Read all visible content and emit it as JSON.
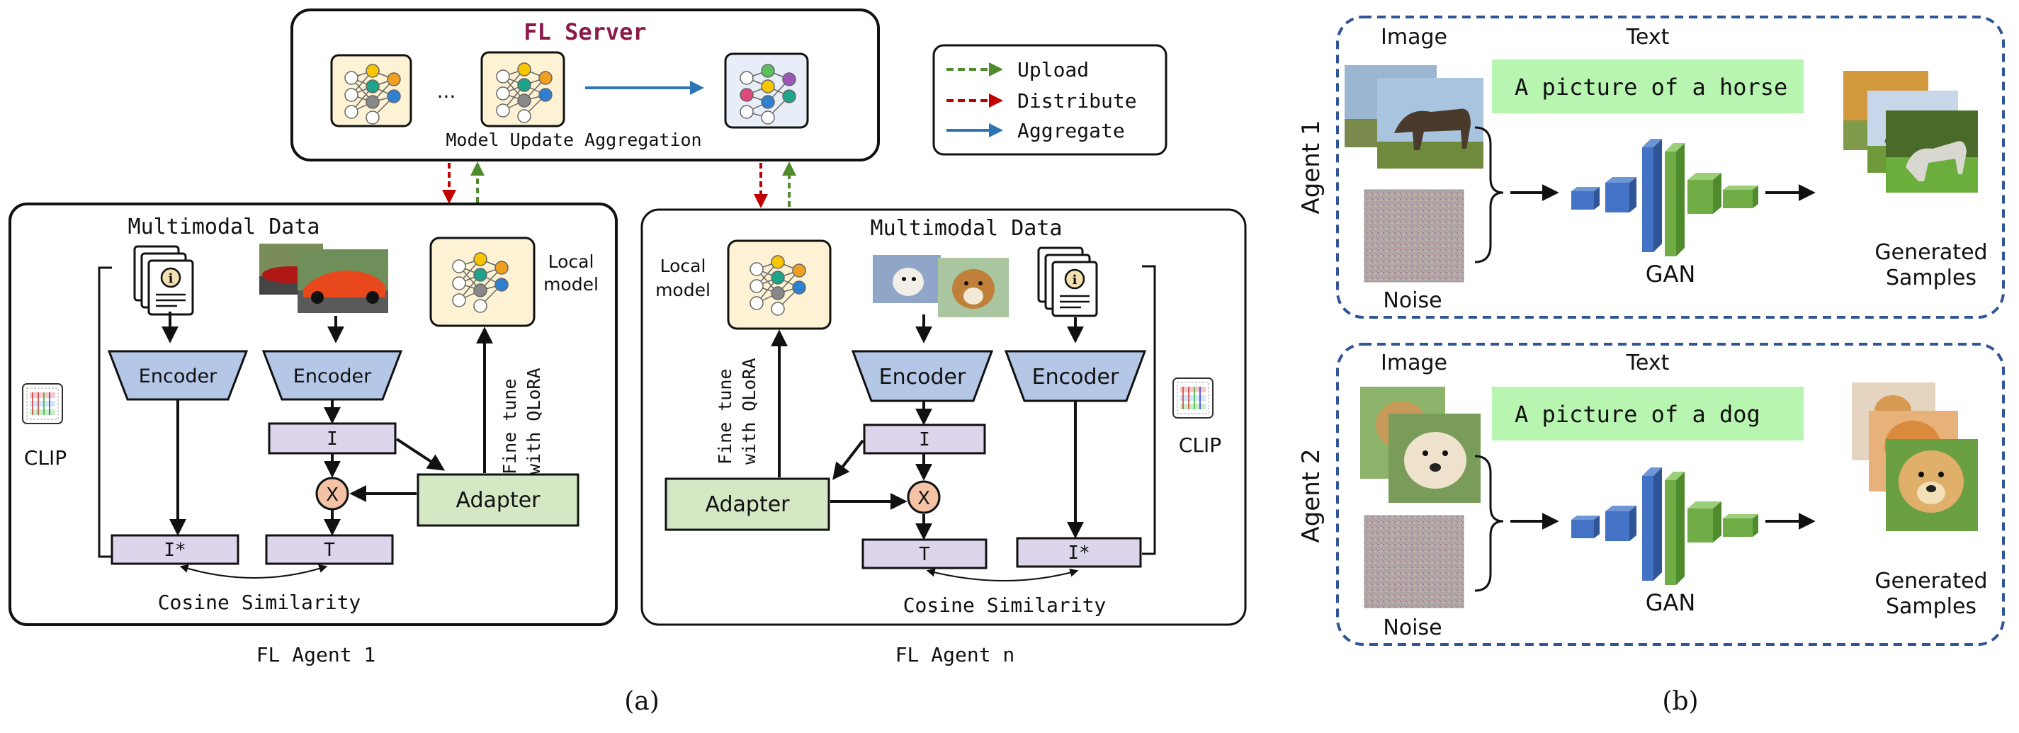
{
  "panel_a": {
    "server": {
      "title": "FL Server",
      "ellipsis": "...",
      "caption": "Model Update Aggregation"
    },
    "legend": {
      "upload": "Upload",
      "distribute": "Distribute",
      "aggregate": "Aggregate"
    },
    "agent1": {
      "data_title": "Multimodal Data",
      "encoder_left": "Encoder",
      "encoder_right": "Encoder",
      "i_box": "I",
      "istar_box": "I*",
      "t_box": "T",
      "multiply": "X",
      "adapter": "Adapter",
      "clip": "CLIP",
      "local_model": [
        "Local",
        "model"
      ],
      "finetune": [
        "Fine tune",
        "with QLoRA"
      ],
      "cosine": "Cosine Similarity",
      "label": "FL Agent 1"
    },
    "agentn": {
      "data_title": "Multimodal Data",
      "encoder_left": "Encoder",
      "encoder_right": "Encoder",
      "i_box": "I",
      "istar_box": "I*",
      "t_box": "T",
      "multiply": "X",
      "adapter": "Adapter",
      "clip": "CLIP",
      "local_model": [
        "Local",
        "model"
      ],
      "finetune": [
        "Fine tune",
        "with QLoRA"
      ],
      "cosine": "Cosine Similarity",
      "label": "FL Agent n"
    },
    "caption": "(a)"
  },
  "panel_b": {
    "agent1": {
      "side_label": "Agent 1",
      "image_label": "Image",
      "text_label": "Text",
      "prompt": "A picture of a horse",
      "noise_label": "Noise",
      "gan_label": "GAN",
      "generated": [
        "Generated",
        "Samples"
      ]
    },
    "agent2": {
      "side_label": "Agent 2",
      "image_label": "Image",
      "text_label": "Text",
      "prompt": "A picture of a dog",
      "noise_label": "Noise",
      "gan_label": "GAN",
      "generated": [
        "Generated",
        "Samples"
      ]
    },
    "caption": "(b)"
  },
  "colors": {
    "encoder_fill": "#b4c7e7",
    "feature_box_fill": "#ddd5ec",
    "adapter_fill": "#d5e8c4",
    "prompt_fill": "#b8f5b0",
    "model_fill": "#fdf3d4",
    "upload_arrow": "#4f8a2c",
    "distribute_arrow": "#c00000",
    "aggregate_arrow": "#2e75b6",
    "server_title": "#8b1a4a",
    "gan_blue": "#4472c4",
    "gan_green": "#70ad47",
    "agent_border": "#2f5597"
  }
}
